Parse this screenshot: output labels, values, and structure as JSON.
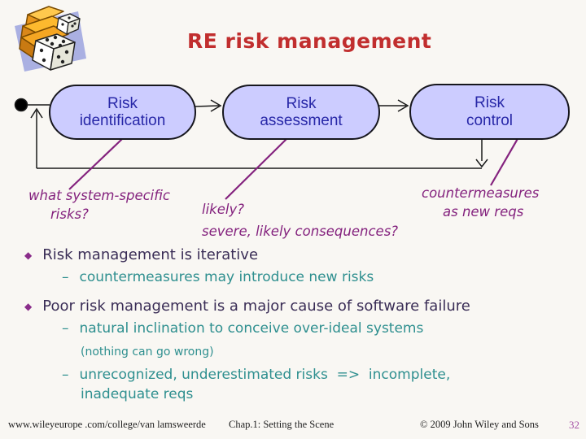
{
  "slide": {
    "title": "RE risk management"
  },
  "colors": {
    "title_red": "#c12e2e",
    "box_fill": "#ccccff",
    "box_text_blue": "#2828a8",
    "callout_purple": "#84227e",
    "bullet_dark_purple": "#3a2d56",
    "sub_bullet_teal": "#2e8f8f",
    "connector_black": "#1a1a1a",
    "page_number_purple": "#a653a6"
  },
  "diagram": {
    "states": [
      {
        "label": "Risk\nidentification"
      },
      {
        "label": "Risk\nassessment"
      },
      {
        "label": "Risk\ncontrol"
      }
    ],
    "annotations": [
      {
        "line1": "what system-specific",
        "line2": "risks?"
      },
      {
        "line1": "likely?",
        "line2": "severe, likely consequences?"
      },
      {
        "line1": "countermeasures",
        "line2": "as new reqs"
      }
    ]
  },
  "bullets": {
    "glyph": "◆",
    "dash": "–",
    "b1": "Risk management is iterative",
    "b1_sub1": "countermeasures may introduce new risks",
    "b2": "Poor risk management is a major cause of software failure",
    "b2_sub1": "natural inclination to conceive over-ideal systems",
    "b2_note": "(nothing can go wrong)",
    "b2_sub2_line1": "unrecognized, underestimated risks  =>  incomplete,",
    "b2_sub2_line2": "inadequate reqs"
  },
  "footer": {
    "left": "www.wileyeurope .com/college/van lamsweerde",
    "center": "Chap.1: Setting the Scene",
    "right": "© 2009 John Wiley and Sons",
    "page": "32"
  }
}
